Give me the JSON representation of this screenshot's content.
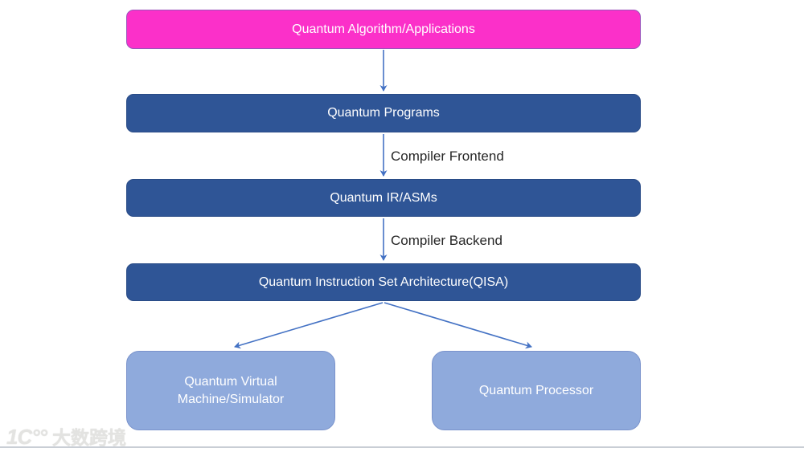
{
  "flowchart": {
    "title_hint": "quantum-computing-stack-flowchart",
    "nodes": [
      {
        "id": "algorithms",
        "label": "Quantum Algorithm/Applications",
        "fill": "#fb30c9",
        "border": "#9a54bb",
        "text_color": "#ffffff"
      },
      {
        "id": "programs",
        "label": "Quantum Programs",
        "fill": "#2f5596",
        "text_color": "#ffffff"
      },
      {
        "id": "ir-asms",
        "label": "Quantum IR/ASMs",
        "fill": "#2f5596",
        "text_color": "#ffffff"
      },
      {
        "id": "qisa",
        "label": "Quantum Instruction Set Architecture(QISA)",
        "fill": "#2f5596",
        "text_color": "#ffffff"
      },
      {
        "id": "qvm",
        "label": "Quantum Virtual Machine/Simulator",
        "fill": "#8faadc",
        "border": "#7a93cc",
        "text_color": "#ffffff"
      },
      {
        "id": "processor",
        "label": "Quantum Processor",
        "fill": "#8faadc",
        "border": "#7a93cc",
        "text_color": "#ffffff"
      }
    ],
    "edges": [
      {
        "from": "algorithms",
        "to": "programs",
        "label": ""
      },
      {
        "from": "programs",
        "to": "ir-asms",
        "label": "Compiler Frontend"
      },
      {
        "from": "ir-asms",
        "to": "qisa",
        "label": "Compiler Backend"
      },
      {
        "from": "qisa",
        "to": "qvm",
        "label": ""
      },
      {
        "from": "qisa",
        "to": "processor",
        "label": ""
      }
    ],
    "colors": {
      "arrow": "#4472c4",
      "edge_label_text": "#262626",
      "background": "#ffffff",
      "footer_divider": "#c9ced5"
    }
  },
  "watermark": {
    "logo": "1C°°",
    "text": "大数跨境"
  }
}
